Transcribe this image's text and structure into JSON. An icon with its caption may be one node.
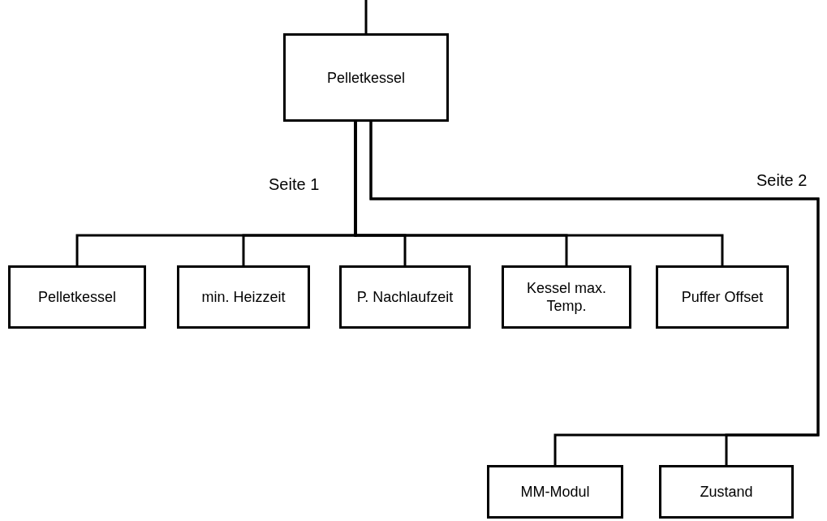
{
  "diagram": {
    "nodes": [
      {
        "text": [
          "Pelletkessel"
        ]
      },
      {
        "text": [
          "Pelletkessel"
        ]
      },
      {
        "text": [
          "min. Heizzeit"
        ]
      },
      {
        "text": [
          "P. Nachlaufzeit"
        ]
      },
      {
        "text": [
          "Kessel max. Temp."
        ]
      },
      {
        "text": [
          "Puffer Offset"
        ]
      },
      {
        "text": [
          "MM-Modul"
        ]
      },
      {
        "text": [
          "Zustand"
        ]
      }
    ],
    "edges": [
      {
        "from": null,
        "to": 0,
        "arrow": "none"
      },
      {
        "from": 0,
        "to": 1,
        "arrow": "none"
      },
      {
        "from": 0,
        "to": 2,
        "arrow": "none"
      },
      {
        "from": 0,
        "to": 3,
        "arrow": "none"
      },
      {
        "from": 0,
        "to": 4,
        "arrow": "none"
      },
      {
        "from": 0,
        "to": 5,
        "arrow": "none"
      },
      {
        "from": 0,
        "to": 6,
        "arrow": "none"
      },
      {
        "from": 0,
        "to": 7,
        "arrow": "none"
      }
    ],
    "labels": [
      "Seite 1",
      "Seite 2"
    ]
  }
}
